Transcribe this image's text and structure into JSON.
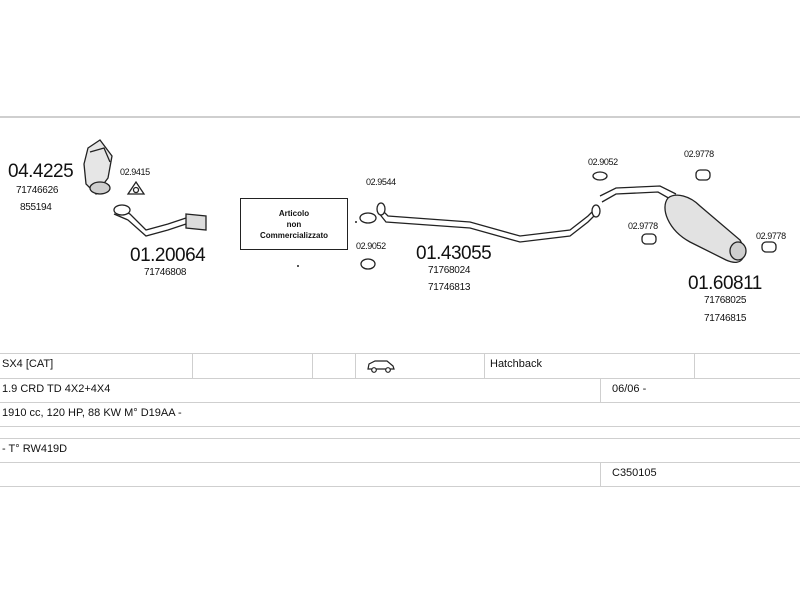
{
  "parts": {
    "cat": {
      "code": "04.4225",
      "oe1": "71746626",
      "oe2": "855194"
    },
    "gasket_cat": {
      "code": "02.9415"
    },
    "front_pipe": {
      "code": "01.20064",
      "oe1": "71746808"
    },
    "not_sold": {
      "line1": "Articolo",
      "line2": "non",
      "line3": "Commercializzato"
    },
    "ring_a": {
      "code": "02.9544"
    },
    "ring_b": {
      "code": "02.9052"
    },
    "mid_pipe": {
      "code": "01.43055",
      "oe1": "71768024",
      "oe2": "71746813"
    },
    "ring_c": {
      "code": "02.9052"
    },
    "hanger_a": {
      "code": "02.9778"
    },
    "hanger_b": {
      "code": "02.9778"
    },
    "hanger_c": {
      "code": "02.9778"
    },
    "rear_silencer": {
      "code": "01.60811",
      "oe1": "71768025",
      "oe2": "71746815"
    }
  },
  "vehicle": {
    "model": "SX4  [CAT]",
    "body": "Hatchback",
    "engine_type": "1.9 CRD TD 4X2+4X4",
    "date": "06/06 -",
    "spec": "1910 cc, 120 HP, 88 KW M° D19AA -",
    "type": "- T° RW419D",
    "catalog_code": "C350105"
  }
}
